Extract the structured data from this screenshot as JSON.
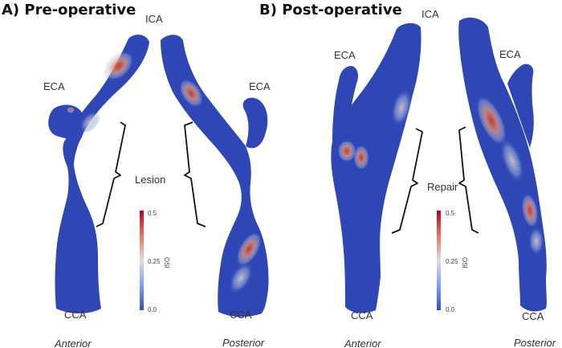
{
  "panels": [
    {
      "title": "A) Pre-operative",
      "bracket_label": "Lesion",
      "views": [
        "Anterior",
        "Posterior"
      ]
    },
    {
      "title": "B) Post-operative",
      "bracket_label": "Repair",
      "views": [
        "Anterior",
        "Posterior"
      ]
    }
  ],
  "vessel_labels": {
    "ica": "ICA",
    "eca": "ECA",
    "cca": "CCA"
  },
  "colorbar": {
    "title": "OSI",
    "ticks": [
      "0.5",
      "0.25",
      "0.0"
    ],
    "min": 0.0,
    "max": 0.5
  },
  "colors": {
    "vessel_base": "#2f47b5",
    "high": "#c8382a",
    "mid": "#dcdcdc"
  }
}
